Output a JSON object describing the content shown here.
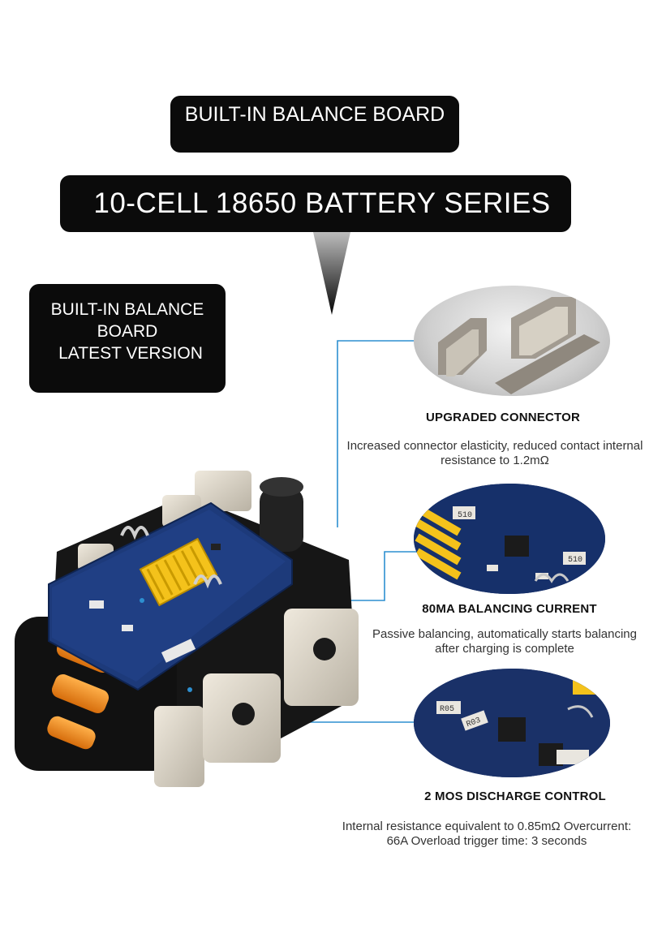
{
  "header": {
    "top_badge": "BUILT-IN BALANCE BOARD",
    "title": "10-CELL 18650 BATTERY SERIES"
  },
  "side_badge": {
    "line1": "BUILT-IN BALANCE",
    "line2": "BOARD",
    "line3": "LATEST VERSION"
  },
  "features": [
    {
      "title": "UPGRADED CONNECTOR",
      "description": "Increased connector elasticity, reduced contact internal resistance to 1.2mΩ",
      "icon": "connector-closeup"
    },
    {
      "title": "80MA BALANCING CURRENT",
      "description": "Passive balancing, automatically starts balancing after charging is complete",
      "icon": "balancing-board-closeup"
    },
    {
      "title": "2 MOS DISCHARGE CONTROL",
      "description": "Internal resistance equivalent to 0.85mΩ Overcurrent: 66A Overload trigger time: 3 seconds",
      "icon": "mos-closeup"
    }
  ],
  "pcb_markings": {
    "resistor_1": "510",
    "resistor_2": "510",
    "resistor_3": "R05",
    "resistor_4": "R03"
  },
  "colors": {
    "badge_bg": "#0b0b0b",
    "badge_text": "#ffffff",
    "leader_line": "#2d8fd0",
    "pcb_blue": "#1d3a7a",
    "heatsink_yellow": "#f4c21b",
    "cell_orange": "#f08a1c",
    "cell_black": "#141414",
    "nickel_strip": "#d8d2c6"
  }
}
